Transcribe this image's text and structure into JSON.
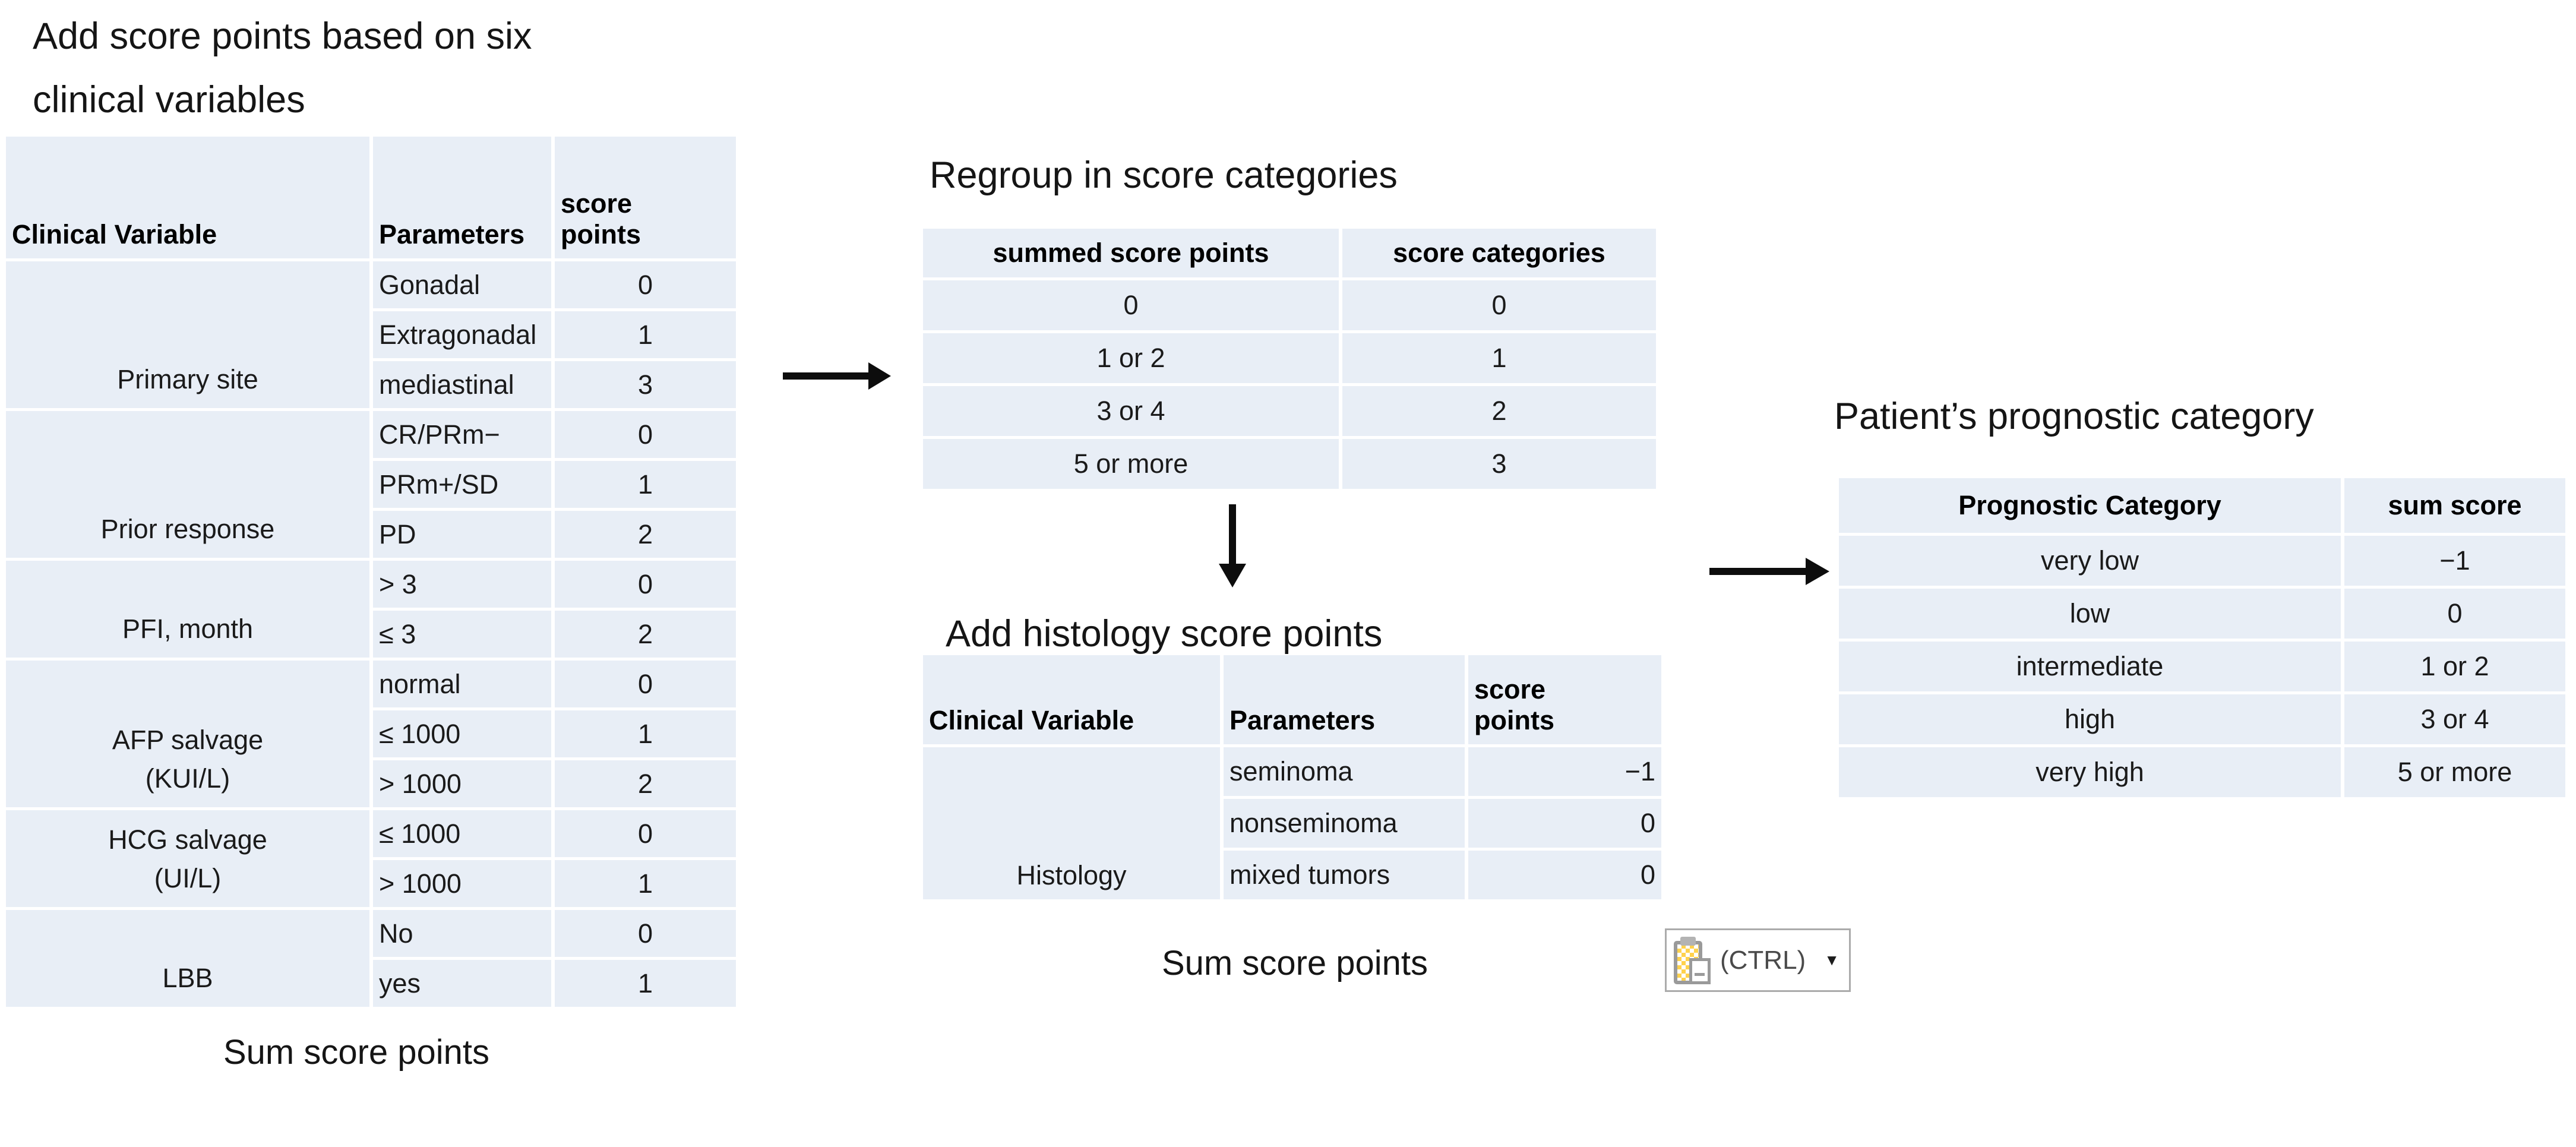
{
  "colors": {
    "cell_fill": "#e8eef6",
    "body_text": "#1a1a1a",
    "header_text": "#000000",
    "arrow": "#0d0d0d",
    "button_border": "#ababab",
    "button_text": "#4a4a4a",
    "clipboard_yellow": "#ffd24d",
    "clipboard_gray": "#9a9a9a"
  },
  "left_panel": {
    "title": "Add score points based on six\nclinical variables",
    "table": {
      "headers": {
        "variable": "Clinical Variable",
        "parameter": "Parameters",
        "score": "score\npoints"
      },
      "groups": [
        {
          "variable": "Primary site",
          "rows": [
            {
              "parameter": "Gonadal",
              "score": "0"
            },
            {
              "parameter": "Extragonadal",
              "score": "1"
            },
            {
              "parameter": "mediastinal",
              "score": "3"
            }
          ]
        },
        {
          "variable": "Prior response",
          "rows": [
            {
              "parameter": "CR/PRm−",
              "score": "0"
            },
            {
              "parameter": "PRm+/SD",
              "score": "1"
            },
            {
              "parameter": "PD",
              "score": "2"
            }
          ]
        },
        {
          "variable": "PFI, month",
          "rows": [
            {
              "parameter": "> 3",
              "score": "0"
            },
            {
              "parameter": "≤ 3",
              "score": "2"
            }
          ]
        },
        {
          "variable": "AFP salvage\n(KUI/L)",
          "rows": [
            {
              "parameter": "normal",
              "score": "0"
            },
            {
              "parameter": "≤ 1000",
              "score": "1"
            },
            {
              "parameter": "> 1000",
              "score": "2"
            }
          ]
        },
        {
          "variable": "HCG salvage\n(UI/L)",
          "rows": [
            {
              "parameter": "≤ 1000",
              "score": "0"
            },
            {
              "parameter": "> 1000",
              "score": "1"
            }
          ]
        },
        {
          "variable": "LBB",
          "rows": [
            {
              "parameter": "No",
              "score": "0"
            },
            {
              "parameter": "yes",
              "score": "1"
            }
          ]
        }
      ]
    },
    "footer": "Sum score points"
  },
  "middle_panel": {
    "regroup": {
      "title": "Regroup in score categories",
      "headers": {
        "points": "summed score points",
        "categories": "score categories"
      },
      "rows": [
        {
          "points": "0",
          "categories": "0"
        },
        {
          "points": "1 or 2",
          "categories": "1"
        },
        {
          "points": "3 or 4",
          "categories": "2"
        },
        {
          "points": "5 or more",
          "categories": "3"
        }
      ]
    },
    "histology": {
      "title": "Add histology score points",
      "headers": {
        "variable": "Clinical Variable",
        "parameter": "Parameters",
        "score": "score\npoints"
      },
      "groups": [
        {
          "variable": "Histology",
          "rows": [
            {
              "parameter": "seminoma",
              "score": "−1"
            },
            {
              "parameter": "nonseminoma",
              "score": "0"
            },
            {
              "parameter": "mixed tumors",
              "score": "0"
            }
          ]
        }
      ],
      "footer": "Sum score points"
    }
  },
  "right_panel": {
    "title": "Patient’s prognostic category",
    "table": {
      "headers": {
        "category": "Prognostic Category",
        "score": "sum score"
      },
      "rows": [
        {
          "category": "very low",
          "score": "−1"
        },
        {
          "category": "low",
          "score": "0"
        },
        {
          "category": "intermediate",
          "score": "1 or 2"
        },
        {
          "category": "high",
          "score": "3 or 4"
        },
        {
          "category": "very high",
          "score": "5 or more"
        }
      ]
    }
  },
  "paste_button": {
    "label": "(CTRL)",
    "dropdown": "▼"
  },
  "icons": {
    "flow_arrow_left_to_middle": "arrow-right-icon",
    "flow_arrow_regroup_to_histology": "arrow-down-icon",
    "flow_arrow_middle_to_right": "arrow-right-icon",
    "paste_icon": "clipboard-paste-icon"
  }
}
